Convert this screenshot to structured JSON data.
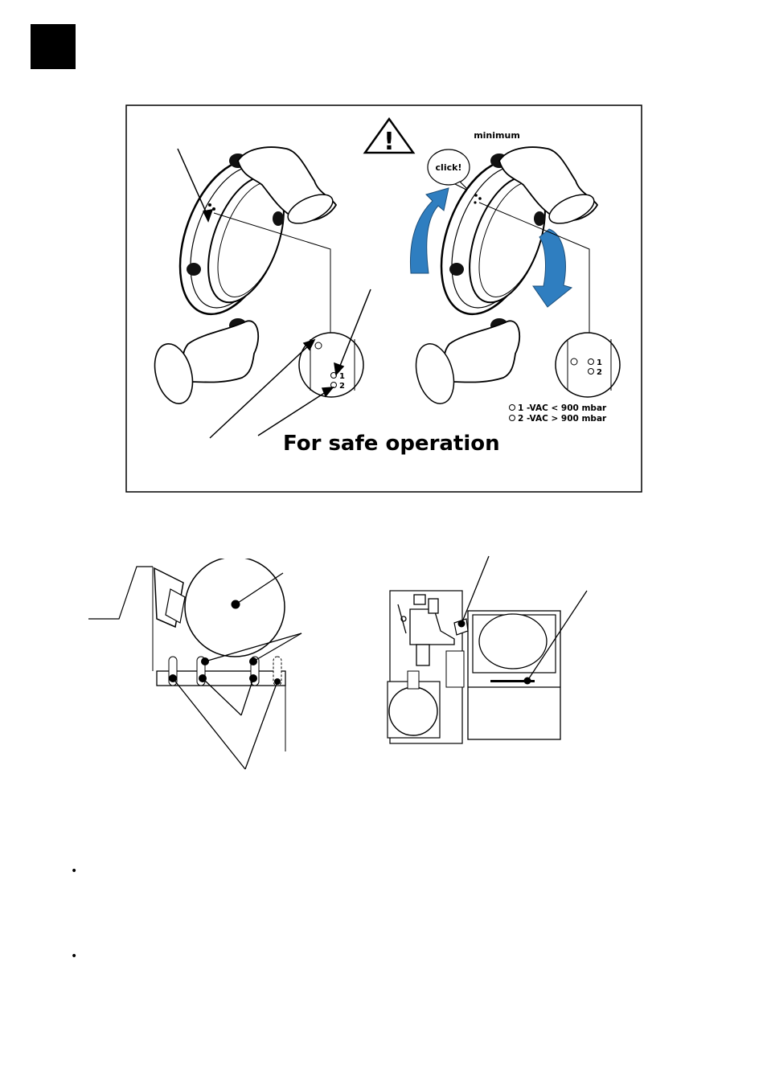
{
  "top_figure": {
    "minimum_label": "minimum",
    "click_label": "click!",
    "warning_symbol": "!",
    "scale_right": {
      "one": "1",
      "two": "2"
    },
    "scale_left": {
      "one": "1",
      "two": "2"
    },
    "legend": {
      "line1": "1 -VAC < 900 mbar",
      "line2": "2 -VAC > 900 mbar"
    },
    "caption": "For safe operation",
    "arrow_color": "#2f7ec0"
  },
  "bullets": [
    "•",
    "•"
  ]
}
